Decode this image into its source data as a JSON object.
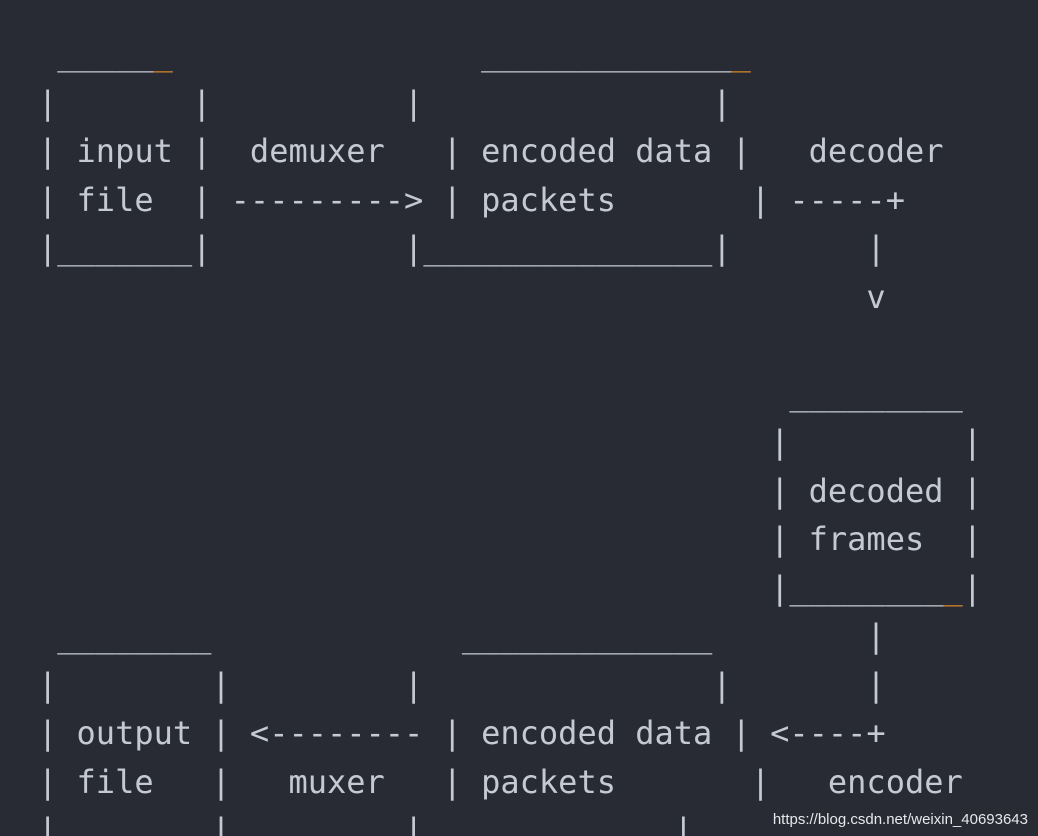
{
  "diagram": {
    "input_box": {
      "line1": "input",
      "line2": "file"
    },
    "packets_top": {
      "line1": "encoded data",
      "line2": "packets"
    },
    "decoded_box": {
      "line1": "decoded",
      "line2": "frames"
    },
    "packets_bot": {
      "line1": "encoded data",
      "line2": "packets"
    },
    "output_box": {
      "line1": "output",
      "line2": "file"
    },
    "labels": {
      "demuxer": "demuxer",
      "decoder": "decoder",
      "encoder": "encoder",
      "muxer": "muxer"
    },
    "arrow_head_down": "v"
  },
  "watermark": "https://blog.csdn.net/weixin_40693643",
  "colors": {
    "background": "#282b33",
    "text": "#c5cad2",
    "accent": "#d9852a"
  }
}
